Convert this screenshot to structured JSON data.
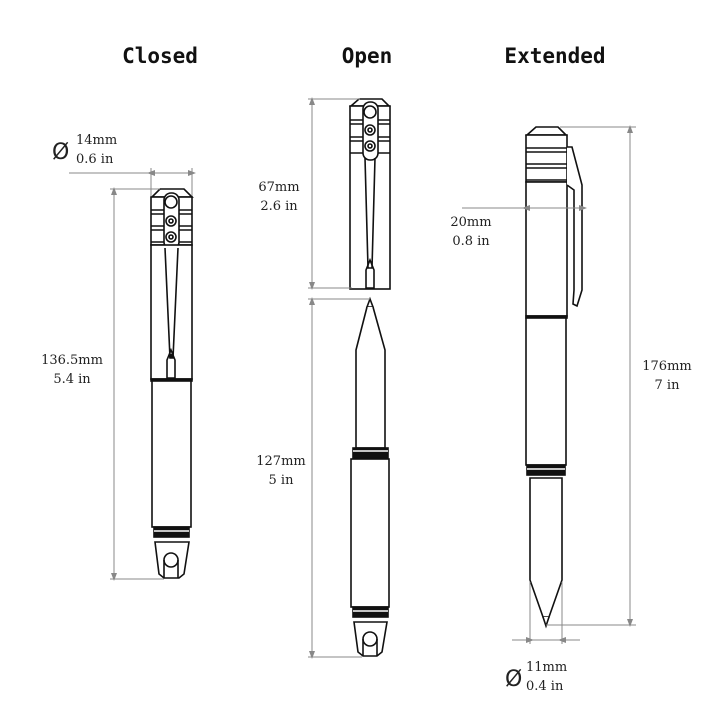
{
  "titles": {
    "closed": "Closed",
    "open": "Open",
    "extended": "Extended"
  },
  "closed": {
    "diameter": {
      "symbol": "Ø",
      "mm": "14mm",
      "in": "0.6 in"
    },
    "length": {
      "mm": "136.5mm",
      "in": "5.4 in"
    }
  },
  "open": {
    "cap_length": {
      "mm": "67mm",
      "in": "2.6 in"
    },
    "body_length": {
      "mm": "127mm",
      "in": "5 in"
    }
  },
  "extended": {
    "clip_width": {
      "mm": "20mm",
      "in": "0.8 in"
    },
    "length": {
      "mm": "176mm",
      "in": "7 in"
    },
    "tip_diameter": {
      "symbol": "Ø",
      "mm": "11mm",
      "in": "0.4 in"
    }
  },
  "colors": {
    "line": "#111111",
    "dimension_line": "#888888",
    "background": "#ffffff"
  }
}
